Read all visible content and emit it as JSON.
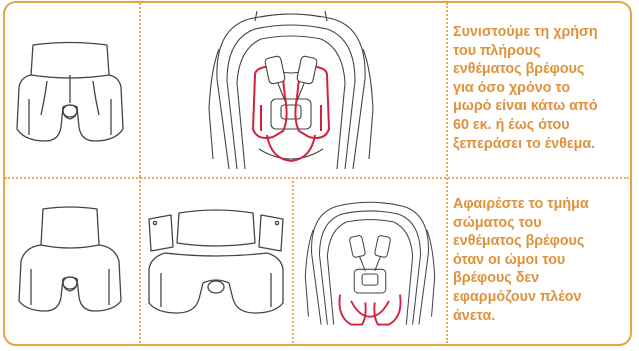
{
  "colors": {
    "frame": "#e6a447",
    "text": "#e0913c",
    "insert_highlight": "#d1233f",
    "line_art": "#444444"
  },
  "instructions": {
    "full_insert_lines": [
      "Συνιστούμε τη χρήση",
      "του πλήρους",
      "ενθέματος βρέφους",
      "για όσο χρόνο το",
      "μωρό είναι κάτω από",
      "60 εκ. ή έως ότου",
      "ξεπεράσει το ένθεμα."
    ],
    "body_removal_lines": [
      "Αφαιρέστε το τμήμα",
      "σώματος του",
      "ενθέματος βρέφους",
      "όταν οι ώμοι του",
      "βρέφους δεν",
      "εφαρμόζουν πλέον",
      "άνετα."
    ]
  },
  "illustrations": {
    "row1": [
      "full-insert-drawing",
      "seat-with-full-insert"
    ],
    "row2": [
      "full-insert-drawing",
      "insert-separated-drawing",
      "seat-with-body-removed"
    ]
  }
}
